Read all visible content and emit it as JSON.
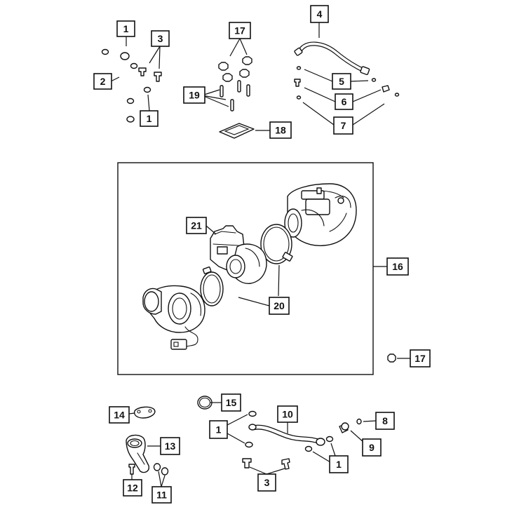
{
  "callouts": {
    "c1a": "1",
    "c1b": "1",
    "c1c": "1",
    "c1d": "1",
    "c2": "2",
    "c3a": "3",
    "c3b": "3",
    "c4": "4",
    "c5": "5",
    "c6": "6",
    "c7": "7",
    "c8": "8",
    "c9": "9",
    "c10": "10",
    "c11": "11",
    "c12": "12",
    "c13": "13",
    "c14": "14",
    "c15": "15",
    "c16": "16",
    "c17a": "17",
    "c17b": "17",
    "c18": "18",
    "c19": "19",
    "c20": "20",
    "c21": "21"
  },
  "colors": {
    "line": "#111111",
    "background": "#ffffff"
  }
}
